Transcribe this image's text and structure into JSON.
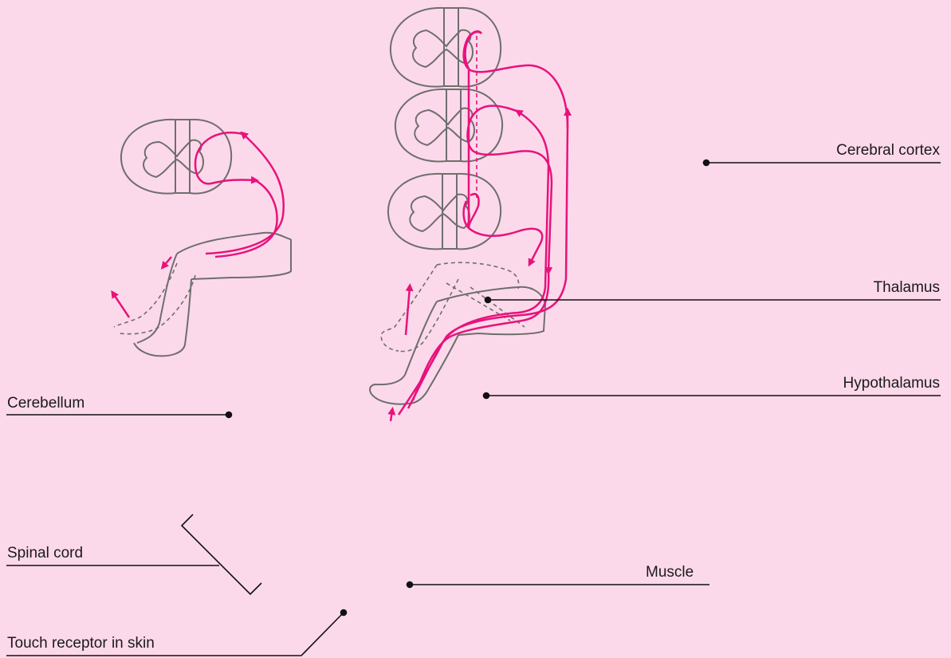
{
  "labels": {
    "cerebral_cortex": "Cerebral cortex",
    "thalamus": "Thalamus",
    "hypothalamus": "Hypothalamus",
    "cerebellum": "Cerebellum",
    "spinal_cord": "Spinal cord",
    "muscle": "Muscle",
    "touch_receptor": "Touch receptor in skin"
  },
  "colors": {
    "background": "#fcd9ea",
    "pathway": "#e8127c",
    "outline": "#6e6e6e",
    "leader": "#111111"
  }
}
